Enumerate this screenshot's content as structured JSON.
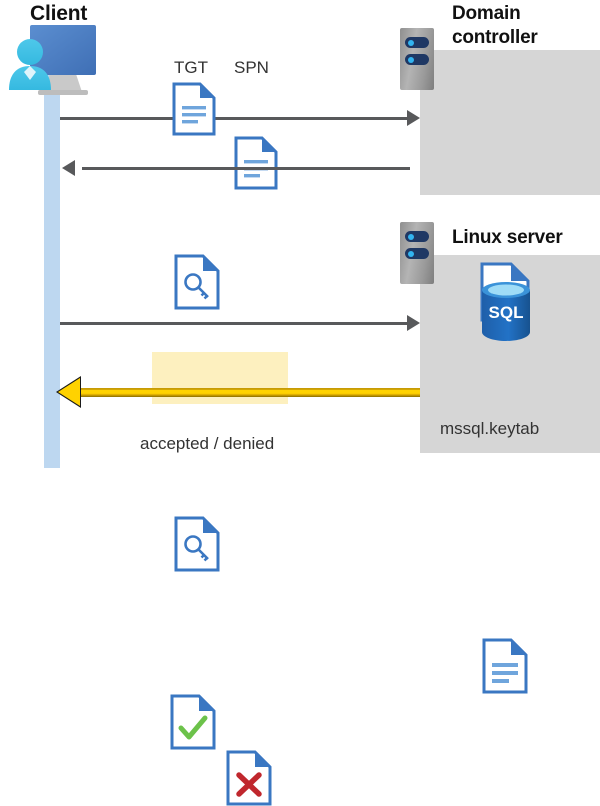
{
  "diagram": {
    "title": "Kerberos authentication flow between client, domain controller and Linux server",
    "background": "#ffffff"
  },
  "colors": {
    "lifeline": "#bdd7f0",
    "panel": "#d6d6d6",
    "arrow_gray": "#58595b",
    "arrow_yellow": "#ffd200",
    "highlight": "#fdf0bf",
    "doc_blue": "#3a77c2",
    "sql_blue": "#1f5fa9",
    "accept_green": "#6cc24a",
    "deny_red": "#c0272d",
    "rack_navy": "#1f3864",
    "rack_led": "#32b4f0"
  },
  "actors": {
    "client": {
      "label": "Client",
      "icon": "client-workstation-icon"
    },
    "domain_controller": {
      "label": "Domain\ncontroller",
      "label_line1": "Domain",
      "label_line2": "controller",
      "icon": "server-rack-icon",
      "contents": [
        {
          "name": "certificate-document-icon",
          "label": ""
        }
      ]
    },
    "linux_server": {
      "label": "Linux server",
      "icon": "server-rack-icon",
      "contents": [
        {
          "name": "sql-database-icon",
          "label": "SQL"
        },
        {
          "name": "keytab-document-icon",
          "label": "mssql.keytab"
        }
      ]
    }
  },
  "messages": [
    {
      "id": "msg-1",
      "direction": "client-to-domain-controller",
      "style": "gray-arrow",
      "artifacts": [
        {
          "label": "TGT",
          "icon": "text-document-icon"
        },
        {
          "label": "SPN",
          "icon": "text-document-icon"
        }
      ]
    },
    {
      "id": "msg-2",
      "direction": "domain-controller-to-client",
      "style": "gray-arrow",
      "artifacts": [
        {
          "label": "",
          "icon": "key-document-icon"
        }
      ]
    },
    {
      "id": "msg-3",
      "direction": "client-to-linux-server",
      "style": "gray-arrow",
      "artifacts": [
        {
          "label": "",
          "icon": "key-document-icon"
        }
      ]
    },
    {
      "id": "msg-4",
      "direction": "linux-server-to-client",
      "style": "yellow-arrow",
      "caption": "accepted / denied",
      "artifacts": [
        {
          "label": "",
          "icon": "accepted-document-icon"
        },
        {
          "label": "",
          "icon": "denied-document-icon"
        }
      ]
    }
  ],
  "labels": {
    "tgt": "TGT",
    "spn": "SPN",
    "accepted_denied": "accepted / denied",
    "keytab": "mssql.keytab",
    "sql": "SQL"
  }
}
